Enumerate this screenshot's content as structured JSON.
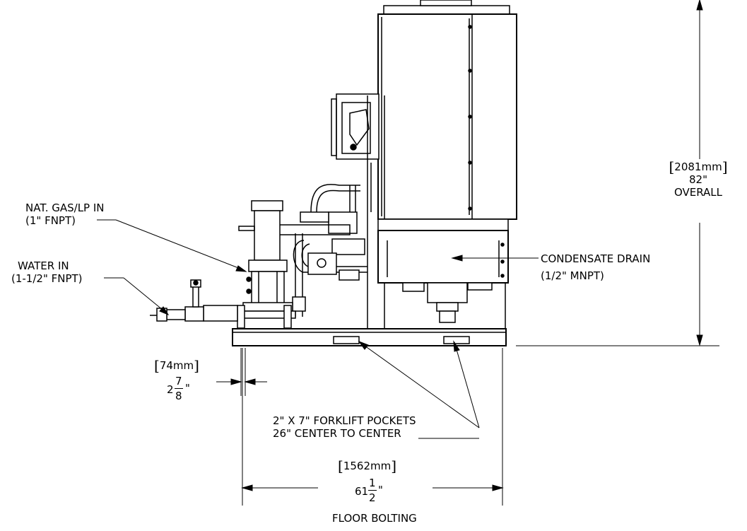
{
  "labels": {
    "gas_in": [
      "NAT. GAS/LP IN",
      "(1\" FNPT)"
    ],
    "water_in": [
      "WATER IN",
      "(1-1/2\" FNPT)"
    ],
    "condensate": [
      "CONDENSATE DRAIN",
      "(1/2\" MNPT)"
    ],
    "forklift": [
      "2\" X 7\" FORKLIFT POCKETS",
      "26\" CENTER TO CENTER"
    ]
  },
  "dims": {
    "height": {
      "metric": "2081mm",
      "imperial": "82\"",
      "note": "OVERALL"
    },
    "offset": {
      "metric": "74mm",
      "whole": "2",
      "num": "7",
      "den": "8",
      "unit": "\""
    },
    "width": {
      "metric": "1562mm",
      "whole": "61",
      "num": "1",
      "den": "2",
      "unit": "\"",
      "note": "FLOOR BOLTING"
    }
  }
}
